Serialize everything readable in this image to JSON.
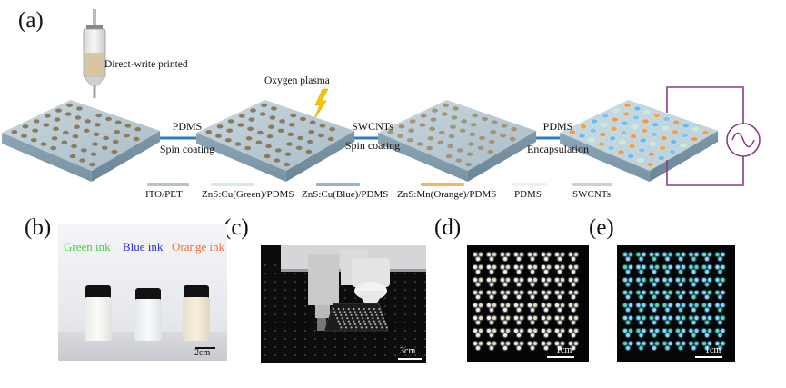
{
  "panels": {
    "a": "(a)",
    "b": "(b)",
    "c": "(c)",
    "d": "(d)",
    "e": "(e)"
  },
  "process": {
    "direct_write": "Direct-write printed",
    "oxygen_plasma": "Oxygen plasma",
    "steps": [
      {
        "top": "PDMS",
        "bottom": "Spin coating"
      },
      {
        "top": "SWCNTs",
        "bottom": "Spin coating"
      },
      {
        "top": "PDMS",
        "bottom": "Encapsulation"
      }
    ]
  },
  "legend": [
    {
      "label": "ITO/PET",
      "color": "#b3c4cf"
    },
    {
      "label": "ZnS:Cu(Green)/PDMS",
      "color": "#d6ebdf"
    },
    {
      "label": "ZnS:Cu(Blue)/PDMS",
      "color": "#8db4e0"
    },
    {
      "label": "ZnS:Mn(Orange)/PDMS",
      "color": "#f5b562"
    },
    {
      "label": "PDMS",
      "color": "#f0f0f0"
    },
    {
      "label": "SWCNTs",
      "color": "#cfcfcf"
    }
  ],
  "inks": {
    "green": {
      "label": "Green ink",
      "color": "#3fd13f"
    },
    "blue": {
      "label": "Blue ink",
      "color": "#2b2bd9"
    },
    "orange": {
      "label": "Orange ink",
      "color": "#ff6a3d"
    }
  },
  "scalebars": {
    "b": "2cm",
    "c": "3cm",
    "d": "1cm",
    "e": "1cm"
  },
  "colors": {
    "arrow": "#2f7bbf",
    "circuit": "#8a3c8f",
    "bolt": "#f7c600"
  }
}
